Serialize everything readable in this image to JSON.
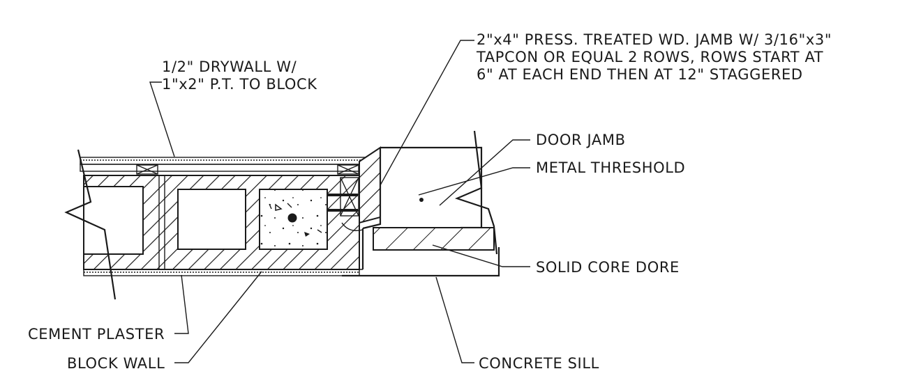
{
  "labels": {
    "drywall_line1": "1/2\" DRYWALL W/",
    "drywall_line2": "1\"x2\" P.T. TO BLOCK",
    "jamb_line1": "2\"x4\" PRESS. TREATED WD. JAMB W/ 3/16\"x3\"",
    "jamb_line2": "TAPCON OR EQUAL 2 ROWS, ROWS START AT",
    "jamb_line3": "6\" AT EACH END THEN AT 12\" STAGGERED",
    "door_jamb": "DOOR JAMB",
    "metal_threshold": "METAL THRESHOLD",
    "solid_core_door": "SOLID CORE DORE",
    "cement_plaster": "CEMENT PLASTER",
    "block_wall": "BLOCK WALL",
    "concrete_sill": "CONCRETE SILL"
  }
}
